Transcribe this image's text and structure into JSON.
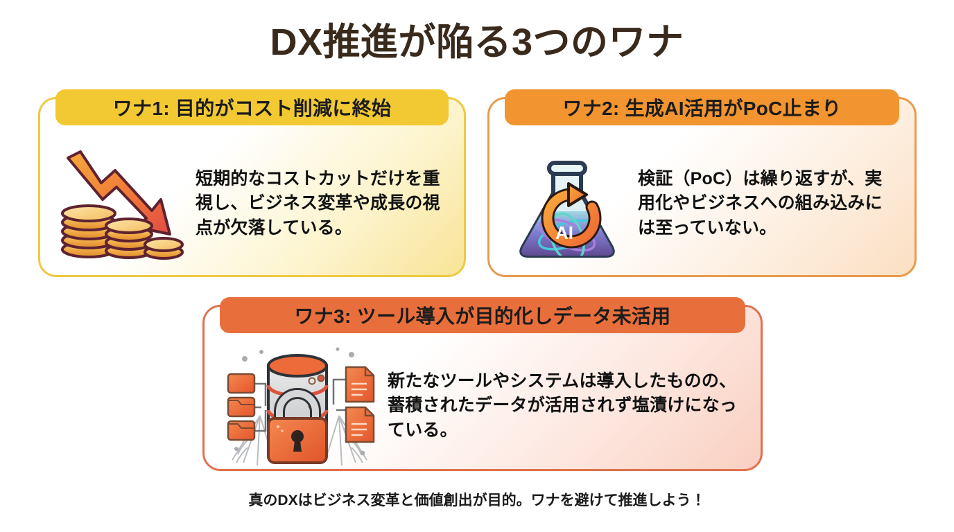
{
  "slide": {
    "title": "DX推進が陥る3つのワナ",
    "footer": "真のDXはビジネス変革と価値創出が目的。ワナを避けて推進しよう！",
    "background": "#ffffff",
    "title_color": "#3a2a1c"
  },
  "cards": [
    {
      "id": "wana-1",
      "header": "ワナ1: 目的がコスト削減に終始",
      "body": "短期的なコストカットだけを重視し、ビジネス変革や成長の視点が欠落している。",
      "icon": "falling-chart-coins-icon",
      "header_color": "#f2c932",
      "border_color": "#edc944",
      "header_text_color": "#1c1c1c"
    },
    {
      "id": "wana-2",
      "header": "ワナ2: 生成AI活用がPoC止まり",
      "body": "検証（PoC）は繰り返すが、実用化やビジネスへの組み込みには至っていない。",
      "icon": "ai-flask-loop-icon",
      "icon_label": "AI",
      "header_color": "#f2942f",
      "border_color": "#e89a4d",
      "header_text_color": "#1c1c1c"
    },
    {
      "id": "wana-3",
      "header": "ワナ3: ツール導入が目的化しデータ未活用",
      "body": "新たなツールやシステムは導入したものの、蓄積されたデータが活用されず塩漬けになっている。",
      "icon": "locked-database-cobweb-icon",
      "header_color": "#e86f3c",
      "border_color": "#e0714f",
      "header_text_color": "#1c1c1c"
    }
  ]
}
